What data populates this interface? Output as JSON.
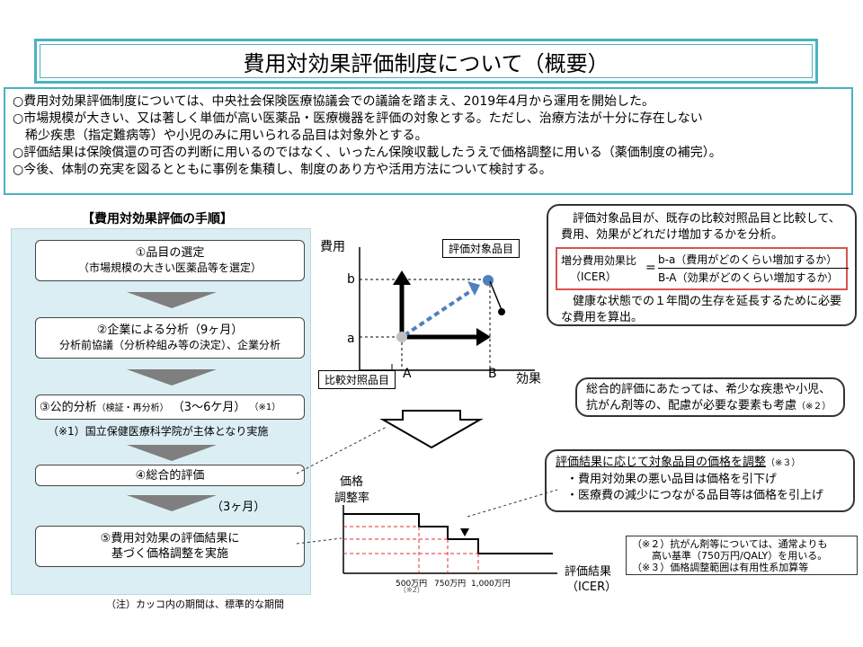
{
  "title": "費用対効果評価制度について（概要）",
  "summary": [
    "○費用対効果評価制度については、中央社会保険医療協議会での議論を踏まえ、2019年4月から運用を開始した。",
    "○市場規模が大きい、又は著しく単価が高い医薬品・医療機器を評価の対象とする。ただし、治療方法が十分に存在しない",
    "　稀少疾患（指定難病等）や小児のみに用いられる品目は対象外とする。",
    "○評価結果は保険償還の可否の判断に用いるのではなく、いったん保険収載したうえで価格調整に用いる（薬価制度の補完）。",
    "○今後、体制の充実を図るとともに事例を集積し、制度のあり方や活用方法について検討する。"
  ],
  "procedure": {
    "heading": "【費用対効果評価の手順】",
    "step1": {
      "line1": "①品目の選定",
      "line2": "（市場規模の大きい医薬品等を選定）"
    },
    "step2": {
      "line1": "②企業による分析（9ヶ月）",
      "line2": "分析前協議（分析枠組み等の決定）、企業分析"
    },
    "step3": {
      "main": "③公的分析",
      "sub": "（検証・再分析）",
      "period": "（3〜6ケ月）",
      "mark": "（※1）"
    },
    "note1": "（※1）国立保健医療科学院が主体となり実施",
    "step4": "④総合的評価",
    "period4": "（3ヶ月）",
    "step5": {
      "line1": "⑤費用対効果の評価結果に",
      "line2": "基づく価格調整を実施"
    },
    "footnote": "（注）カッコ内の期間は、標準的な期間"
  },
  "cost_graph": {
    "y_label": "費用",
    "x_label": "効果",
    "y_b": "b",
    "y_a": "a",
    "x_a": "A",
    "x_b": "B",
    "target_label": "評価対象品目",
    "comparator_label": "比較対照品目"
  },
  "icer_bubble": {
    "intro": "評価対象品目が、既存の比較対照品目と比較して、費用、効果がどれだけ増加するかを分析。",
    "formula_name1": "増分費用効果比",
    "formula_name2": "（ICER）",
    "eq": "=",
    "numerator": "b-a（費用がどのくらい増加するか）",
    "denominator": "B-A（効果がどのくらい増加するか）",
    "outro": "健康な状態での１年間の生存を延長するために必要な費用を算出。"
  },
  "overall_bubble": {
    "line1": "総合的評価にあたっては、希少な疾患や小児、",
    "line2": "抗がん剤等の、配慮が必要な要素も考慮",
    "mark": "（※２）"
  },
  "adjust_bubble": {
    "head": "評価結果に応じて対象品目の価格を調整",
    "mark": "（※３）",
    "item1": "・費用対効果の悪い品目は価格を引下げ",
    "item2": "・医療費の減少につながる品目等は価格を引上げ"
  },
  "price_graph": {
    "y_label1": "価格",
    "y_label2": "調整率",
    "x_label1": "評価結果",
    "x_label2": "（ICER）",
    "tick1": "500万円",
    "tick1_mark": "（※2）",
    "tick2": "750万円",
    "tick3": "1,000万円"
  },
  "notes_box": {
    "line1": "（※２）抗がん剤等については、通常よりも",
    "line2": "高い基準（750万円/QALY）を用いる。",
    "line3": "（※３）価格調整範囲は有用性系加算等"
  },
  "colors": {
    "accent": "#4bb1c2",
    "panel": "#dbeef3",
    "dashed_arrow": "#4f81bd",
    "red_dash": "#e03030",
    "formula_border": "#d9534f"
  }
}
